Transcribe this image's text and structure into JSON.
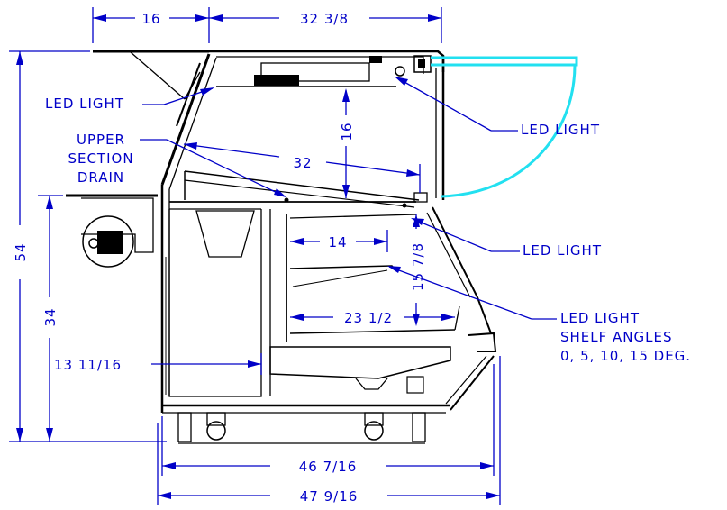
{
  "colors": {
    "outline": "#000000",
    "dimension": "#0000c8",
    "door_glass": "#22e0f0",
    "background": "#ffffff"
  },
  "dimensions": {
    "top_shelf_overhang": "16",
    "top_depth": "32 3/8",
    "overall_height": "54",
    "counter_height": "34",
    "upper_shelf_depth": "32",
    "upper_opening_height": "16",
    "lower_shelf_depth_top": "14",
    "shelf_spacing": "15 7/8",
    "lower_shelf_depth": "23 1/2",
    "rear_section_depth": "13 11/16",
    "base_depth": "46 7/16",
    "overall_depth": "47 9/16"
  },
  "callouts": {
    "led_light_left": "LED LIGHT",
    "led_light_top_right": "LED LIGHT",
    "led_light_mid_right": "LED LIGHT",
    "upper_drain": [
      "UPPER",
      "SECTION",
      "DRAIN"
    ],
    "led_shelf": [
      "LED LIGHT",
      "SHELF ANGLES",
      "0, 5, 10, 15 DEG."
    ]
  }
}
